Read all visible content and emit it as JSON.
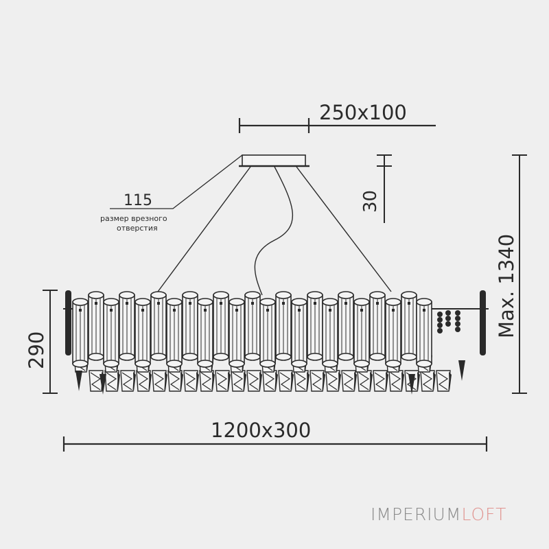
{
  "dimensions": {
    "canopy": "250x100",
    "canopy_height": "30",
    "cutout": "115",
    "cutout_note_line1": "размер врезного",
    "cutout_note_line2": "отверстия",
    "max_height": "Max. 1340",
    "body_height": "290",
    "width": "1200x300"
  },
  "brand": {
    "part1": "IMPERIUM",
    "part2": "LOFT",
    "color1": "#8a8a8a",
    "color2": "#e0938f"
  },
  "colors": {
    "line": "#2a2a2a",
    "background": "#efefef"
  }
}
